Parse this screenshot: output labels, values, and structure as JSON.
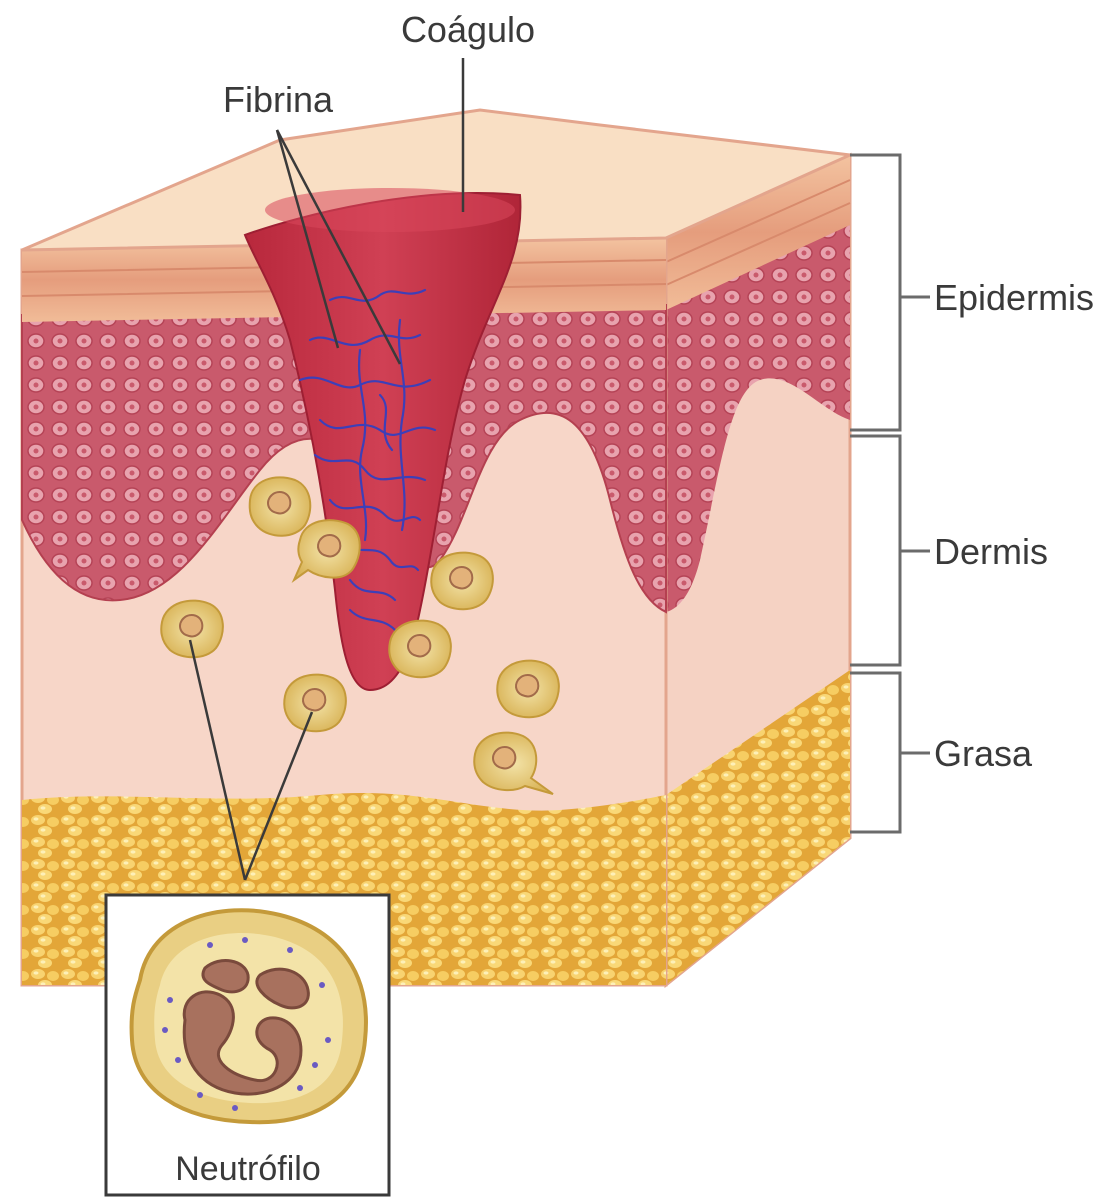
{
  "labels": {
    "clot": "Coágulo",
    "fibrin": "Fibrina",
    "epidermis": "Epidermis",
    "dermis": "Dermis",
    "fat": "Grasa",
    "neutrophil": "Neutrófilo"
  },
  "colors": {
    "background": "#ffffff",
    "skin_surface": "#f9dfc4",
    "stratum": "#e9a888",
    "epidermis_cells": "#c7566a",
    "dermis": "#f7d6c8",
    "fat": "#f2c45a",
    "clot": "#c83446",
    "fibrin": "#3d3fb8",
    "neutrophil": "#ecd592",
    "nucleus": "#9a6a5a"
  }
}
